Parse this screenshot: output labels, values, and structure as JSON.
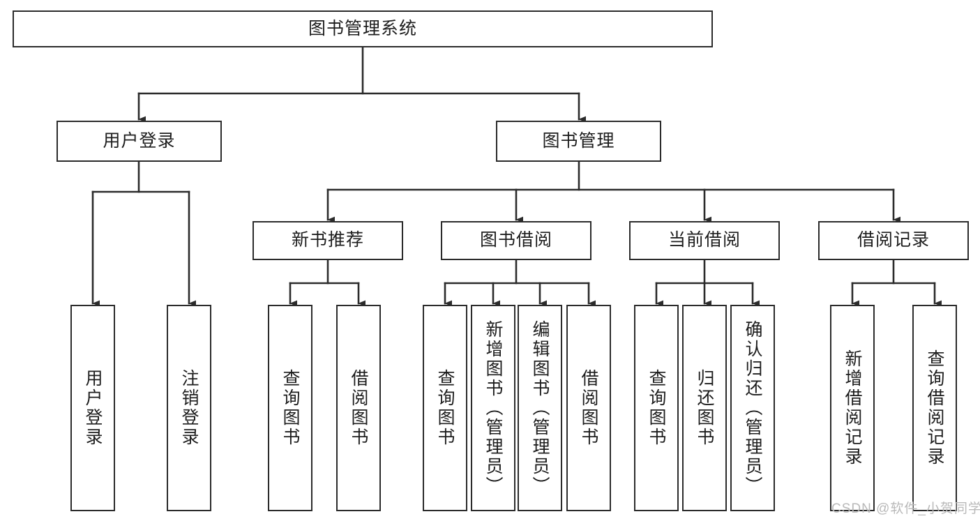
{
  "diagram": {
    "title": "图书管理系统",
    "type": "tree-hierarchy-chart",
    "orientation": "top-down",
    "style": {
      "box_border_color": "#2b2b2b",
      "box_fill_color": "#ffffff",
      "edge_color": "#2b2b2b",
      "text_color": "#1d1d1d",
      "background": "#ffffff"
    },
    "nodes": {
      "root": {
        "label": "图书管理系统"
      },
      "level2": [
        {
          "label": "用户登录"
        },
        {
          "label": "图书管理"
        }
      ],
      "level3": [
        {
          "label": "新书推荐"
        },
        {
          "label": "图书借阅"
        },
        {
          "label": "当前借阅"
        },
        {
          "label": "借阅记录"
        }
      ],
      "leaves": {
        "user_login": [
          {
            "label": "用户登录"
          },
          {
            "label": "注销登录"
          }
        ],
        "new_book": [
          {
            "label": "查询图书"
          },
          {
            "label": "借阅图书"
          }
        ],
        "book_borrow": [
          {
            "label": "查询图书"
          },
          {
            "label": "新增图书（管理员）"
          },
          {
            "label": "编辑图书（管理员）"
          },
          {
            "label": "借阅图书"
          }
        ],
        "current_borrow": [
          {
            "label": "查询图书"
          },
          {
            "label": "归还图书"
          },
          {
            "label": "确认归还（管理员）"
          }
        ],
        "borrow_record": [
          {
            "label": "新增借阅记录"
          },
          {
            "label": "查询借阅记录"
          }
        ]
      }
    }
  },
  "watermark": {
    "text": "CSDN @软件_小贺同学"
  }
}
